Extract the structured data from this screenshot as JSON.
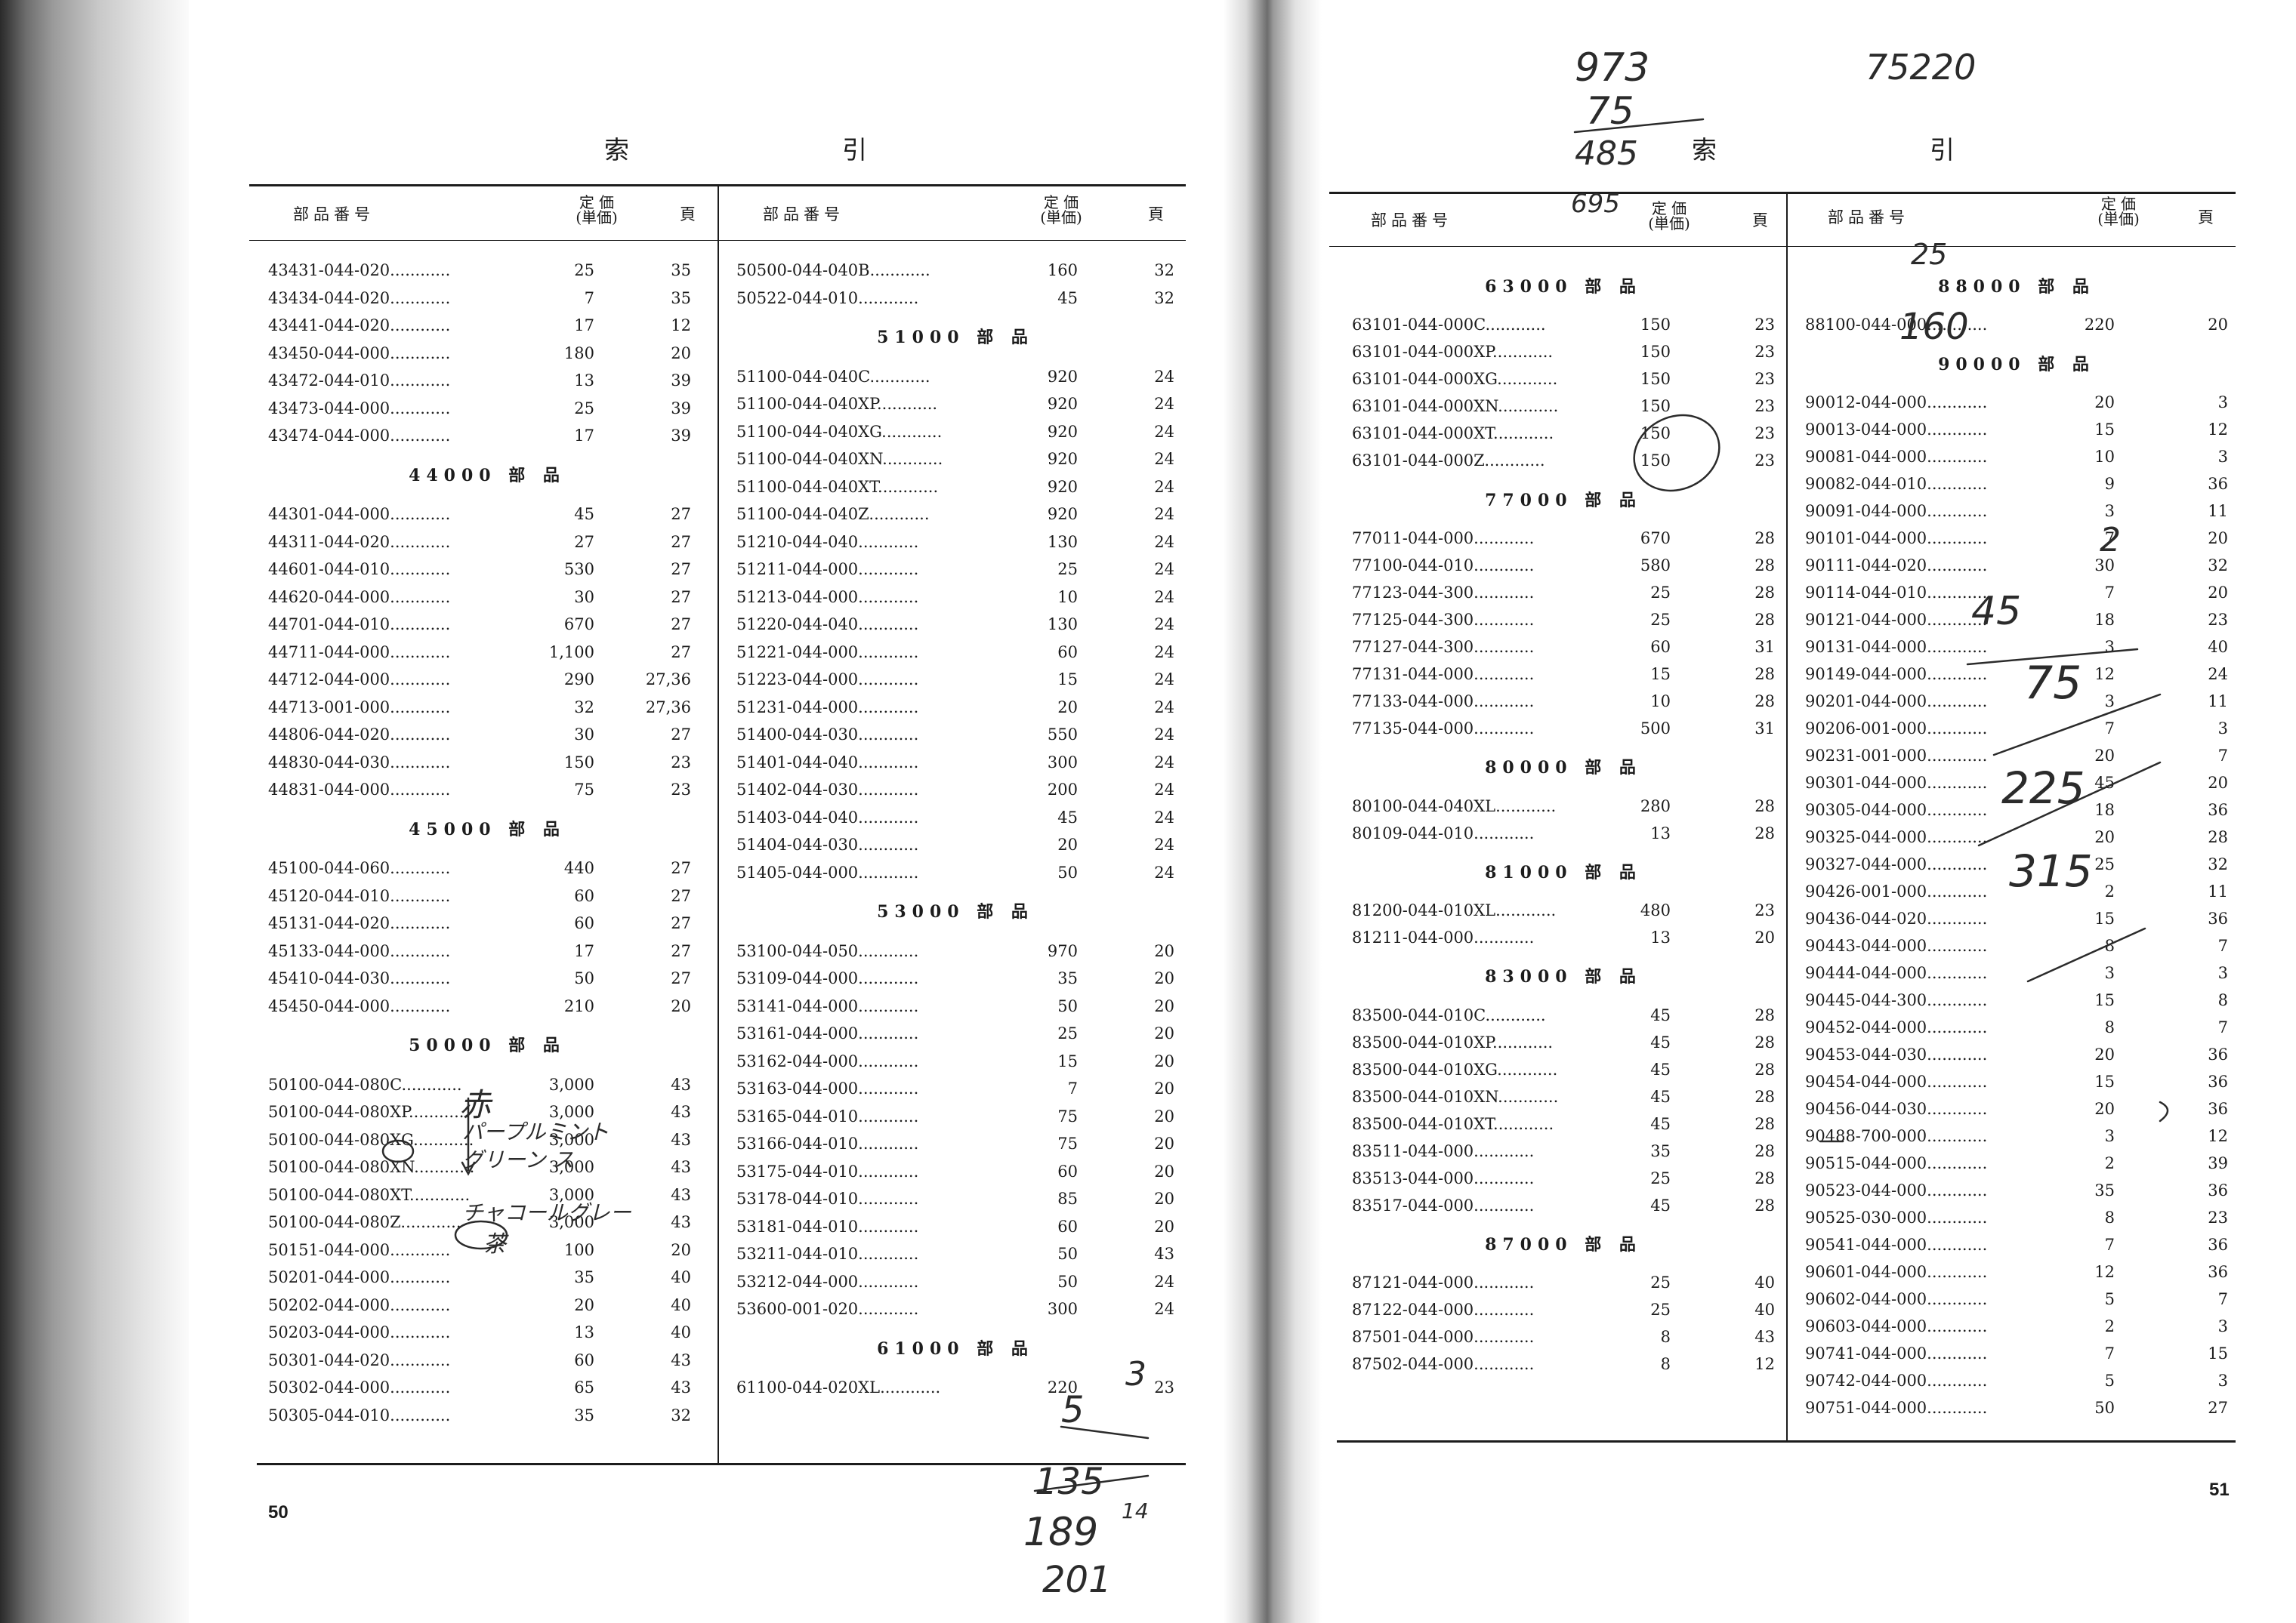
{
  "left_page": {
    "title": "索　　　　　　　　引",
    "header": {
      "part_label": "部品番号",
      "price_label_top": "定 価",
      "price_label_bottom": "(単価)",
      "page_label": "頁"
    },
    "page_number": "50",
    "col1": [
      {
        "t": "r",
        "part": "43431-044-020",
        "price": "25",
        "page": "35"
      },
      {
        "t": "r",
        "part": "43434-044-020",
        "price": "7",
        "page": "35"
      },
      {
        "t": "r",
        "part": "43441-044-020",
        "price": "17",
        "page": "12"
      },
      {
        "t": "r",
        "part": "43450-044-000",
        "price": "180",
        "page": "20"
      },
      {
        "t": "r",
        "part": "43472-044-010",
        "price": "13",
        "page": "39"
      },
      {
        "t": "r",
        "part": "43473-044-000",
        "price": "25",
        "page": "39"
      },
      {
        "t": "r",
        "part": "43474-044-000",
        "price": "17",
        "page": "39"
      },
      {
        "t": "s",
        "label": "44000 部 品"
      },
      {
        "t": "r",
        "part": "44301-044-000",
        "price": "45",
        "page": "27"
      },
      {
        "t": "r",
        "part": "44311-044-020",
        "price": "27",
        "page": "27"
      },
      {
        "t": "r",
        "part": "44601-044-010",
        "price": "530",
        "page": "27"
      },
      {
        "t": "r",
        "part": "44620-044-000",
        "price": "30",
        "page": "27"
      },
      {
        "t": "r",
        "part": "44701-044-010",
        "price": "670",
        "page": "27"
      },
      {
        "t": "r",
        "part": "44711-044-000",
        "price": "1,100",
        "page": "27"
      },
      {
        "t": "r",
        "part": "44712-044-000",
        "price": "290",
        "page": "27,36"
      },
      {
        "t": "r",
        "part": "44713-001-000",
        "price": "32",
        "page": "27,36"
      },
      {
        "t": "r",
        "part": "44806-044-020",
        "price": "30",
        "page": "27"
      },
      {
        "t": "r",
        "part": "44830-044-030",
        "price": "150",
        "page": "23"
      },
      {
        "t": "r",
        "part": "44831-044-000",
        "price": "75",
        "page": "23"
      },
      {
        "t": "s",
        "label": "45000 部 品"
      },
      {
        "t": "r",
        "part": "45100-044-060",
        "price": "440",
        "page": "27"
      },
      {
        "t": "r",
        "part": "45120-044-010",
        "price": "60",
        "page": "27"
      },
      {
        "t": "r",
        "part": "45131-044-020",
        "price": "60",
        "page": "27"
      },
      {
        "t": "r",
        "part": "45133-044-000",
        "price": "17",
        "page": "27"
      },
      {
        "t": "r",
        "part": "45410-044-030",
        "price": "50",
        "page": "27"
      },
      {
        "t": "r",
        "part": "45450-044-000",
        "price": "210",
        "page": "20"
      },
      {
        "t": "s",
        "label": "50000 部 品"
      },
      {
        "t": "r",
        "part": "50100-044-080C",
        "price": "3,000",
        "page": "43"
      },
      {
        "t": "r",
        "part": "50100-044-080XP",
        "price": "3,000",
        "page": "43"
      },
      {
        "t": "r",
        "part": "50100-044-080XG",
        "price": "3,000",
        "page": "43"
      },
      {
        "t": "r",
        "part": "50100-044-080XN",
        "price": "3,000",
        "page": "43"
      },
      {
        "t": "r",
        "part": "50100-044-080XT",
        "price": "3,000",
        "page": "43"
      },
      {
        "t": "r",
        "part": "50100-044-080Z",
        "price": "3,000",
        "page": "43"
      },
      {
        "t": "r",
        "part": "50151-044-000",
        "price": "100",
        "page": "20"
      },
      {
        "t": "r",
        "part": "50201-044-000",
        "price": "35",
        "page": "40"
      },
      {
        "t": "r",
        "part": "50202-044-000",
        "price": "20",
        "page": "40"
      },
      {
        "t": "r",
        "part": "50203-044-000",
        "price": "13",
        "page": "40"
      },
      {
        "t": "r",
        "part": "50301-044-020",
        "price": "60",
        "page": "43"
      },
      {
        "t": "r",
        "part": "50302-044-000",
        "price": "65",
        "page": "43"
      },
      {
        "t": "r",
        "part": "50305-044-010",
        "price": "35",
        "page": "32"
      }
    ],
    "col2": [
      {
        "t": "r",
        "part": "50500-044-040B",
        "price": "160",
        "page": "32"
      },
      {
        "t": "r",
        "part": "50522-044-010",
        "price": "45",
        "page": "32"
      },
      {
        "t": "s",
        "label": "51000 部 品"
      },
      {
        "t": "r",
        "part": "51100-044-040C",
        "price": "920",
        "page": "24"
      },
      {
        "t": "r",
        "part": "51100-044-040XP",
        "price": "920",
        "page": "24"
      },
      {
        "t": "r",
        "part": "51100-044-040XG",
        "price": "920",
        "page": "24"
      },
      {
        "t": "r",
        "part": "51100-044-040XN",
        "price": "920",
        "page": "24"
      },
      {
        "t": "r",
        "part": "51100-044-040XT",
        "price": "920",
        "page": "24"
      },
      {
        "t": "r",
        "part": "51100-044-040Z",
        "price": "920",
        "page": "24"
      },
      {
        "t": "r",
        "part": "51210-044-040",
        "price": "130",
        "page": "24"
      },
      {
        "t": "r",
        "part": "51211-044-000",
        "price": "25",
        "page": "24"
      },
      {
        "t": "r",
        "part": "51213-044-000",
        "price": "10",
        "page": "24"
      },
      {
        "t": "r",
        "part": "51220-044-040",
        "price": "130",
        "page": "24"
      },
      {
        "t": "r",
        "part": "51221-044-000",
        "price": "60",
        "page": "24"
      },
      {
        "t": "r",
        "part": "51223-044-000",
        "price": "15",
        "page": "24"
      },
      {
        "t": "r",
        "part": "51231-044-000",
        "price": "20",
        "page": "24"
      },
      {
        "t": "r",
        "part": "51400-044-030",
        "price": "550",
        "page": "24"
      },
      {
        "t": "r",
        "part": "51401-044-040",
        "price": "300",
        "page": "24"
      },
      {
        "t": "r",
        "part": "51402-044-030",
        "price": "200",
        "page": "24"
      },
      {
        "t": "r",
        "part": "51403-044-040",
        "price": "45",
        "page": "24"
      },
      {
        "t": "r",
        "part": "51404-044-030",
        "price": "20",
        "page": "24"
      },
      {
        "t": "r",
        "part": "51405-044-000",
        "price": "50",
        "page": "24"
      },
      {
        "t": "s",
        "label": "53000 部 品"
      },
      {
        "t": "r",
        "part": "53100-044-050",
        "price": "970",
        "page": "20"
      },
      {
        "t": "r",
        "part": "53109-044-000",
        "price": "35",
        "page": "20"
      },
      {
        "t": "r",
        "part": "53141-044-000",
        "price": "50",
        "page": "20"
      },
      {
        "t": "r",
        "part": "53161-044-000",
        "price": "25",
        "page": "20"
      },
      {
        "t": "r",
        "part": "53162-044-000",
        "price": "15",
        "page": "20"
      },
      {
        "t": "r",
        "part": "53163-044-000",
        "price": "7",
        "page": "20"
      },
      {
        "t": "r",
        "part": "53165-044-010",
        "price": "75",
        "page": "20"
      },
      {
        "t": "r",
        "part": "53166-044-010",
        "price": "75",
        "page": "20"
      },
      {
        "t": "r",
        "part": "53175-044-010",
        "price": "60",
        "page": "20"
      },
      {
        "t": "r",
        "part": "53178-044-010",
        "price": "85",
        "page": "20"
      },
      {
        "t": "r",
        "part": "53181-044-010",
        "price": "60",
        "page": "20"
      },
      {
        "t": "r",
        "part": "53211-044-010",
        "price": "50",
        "page": "43"
      },
      {
        "t": "r",
        "part": "53212-044-000",
        "price": "50",
        "page": "24"
      },
      {
        "t": "r",
        "part": "53600-001-020",
        "price": "300",
        "page": "24"
      },
      {
        "t": "s",
        "label": "61000 部 品"
      },
      {
        "t": "r",
        "part": "61100-044-020XL",
        "price": "220",
        "page": "23"
      }
    ],
    "handwriting": {
      "note_red": "赤",
      "note_purple": "パープルミント",
      "note_green": "グリーン ス",
      "note_charcoal": "チャコールグレー",
      "note_tea": "茶",
      "note_right_a": "3",
      "note_right_b": "5",
      "sum_1": "135",
      "sum_2": "189",
      "sum_3": "201",
      "sum_4": "14"
    }
  },
  "right_page": {
    "title": "索　　　　　　　　引",
    "header": {
      "part_label": "部品番号",
      "price_label_top": "定 価",
      "price_label_bottom": "(単価)",
      "page_label": "頁"
    },
    "page_number": "51",
    "col1": [
      {
        "t": "s",
        "label": "63000 部 品"
      },
      {
        "t": "r",
        "part": "63101-044-000C",
        "price": "150",
        "page": "23"
      },
      {
        "t": "r",
        "part": "63101-044-000XP",
        "price": "150",
        "page": "23"
      },
      {
        "t": "r",
        "part": "63101-044-000XG",
        "price": "150",
        "page": "23"
      },
      {
        "t": "r",
        "part": "63101-044-000XN",
        "price": "150",
        "page": "23"
      },
      {
        "t": "r",
        "part": "63101-044-000XT",
        "price": "150",
        "page": "23"
      },
      {
        "t": "r",
        "part": "63101-044-000Z",
        "price": "150",
        "page": "23"
      },
      {
        "t": "s",
        "label": "77000 部 品"
      },
      {
        "t": "r",
        "part": "77011-044-000",
        "price": "670",
        "page": "28"
      },
      {
        "t": "r",
        "part": "77100-044-010",
        "price": "580",
        "page": "28"
      },
      {
        "t": "r",
        "part": "77123-044-300",
        "price": "25",
        "page": "28"
      },
      {
        "t": "r",
        "part": "77125-044-300",
        "price": "25",
        "page": "28"
      },
      {
        "t": "r",
        "part": "77127-044-300",
        "price": "60",
        "page": "31"
      },
      {
        "t": "r",
        "part": "77131-044-000",
        "price": "15",
        "page": "28"
      },
      {
        "t": "r",
        "part": "77133-044-000",
        "price": "10",
        "page": "28"
      },
      {
        "t": "r",
        "part": "77135-044-000",
        "price": "500",
        "page": "31"
      },
      {
        "t": "s",
        "label": "80000 部 品"
      },
      {
        "t": "r",
        "part": "80100-044-040XL",
        "price": "280",
        "page": "28"
      },
      {
        "t": "r",
        "part": "80109-044-010",
        "price": "13",
        "page": "28"
      },
      {
        "t": "s",
        "label": "81000 部 品"
      },
      {
        "t": "r",
        "part": "81200-044-010XL",
        "price": "480",
        "page": "23"
      },
      {
        "t": "r",
        "part": "81211-044-000",
        "price": "13",
        "page": "20"
      },
      {
        "t": "s",
        "label": "83000 部 品"
      },
      {
        "t": "r",
        "part": "83500-044-010C",
        "price": "45",
        "page": "28"
      },
      {
        "t": "r",
        "part": "83500-044-010XP",
        "price": "45",
        "page": "28"
      },
      {
        "t": "r",
        "part": "83500-044-010XG",
        "price": "45",
        "page": "28"
      },
      {
        "t": "r",
        "part": "83500-044-010XN",
        "price": "45",
        "page": "28"
      },
      {
        "t": "r",
        "part": "83500-044-010XT",
        "price": "45",
        "page": "28"
      },
      {
        "t": "r",
        "part": "83511-044-000",
        "price": "35",
        "page": "28"
      },
      {
        "t": "r",
        "part": "83513-044-000",
        "price": "25",
        "page": "28"
      },
      {
        "t": "r",
        "part": "83517-044-000",
        "price": "45",
        "page": "28"
      },
      {
        "t": "s",
        "label": "87000 部 品"
      },
      {
        "t": "r",
        "part": "87121-044-000",
        "price": "25",
        "page": "40"
      },
      {
        "t": "r",
        "part": "87122-044-000",
        "price": "25",
        "page": "40"
      },
      {
        "t": "r",
        "part": "87501-044-000",
        "price": "8",
        "page": "43"
      },
      {
        "t": "r",
        "part": "87502-044-000",
        "price": "8",
        "page": "12"
      }
    ],
    "col2": [
      {
        "t": "s",
        "label": "88000 部 品"
      },
      {
        "t": "r",
        "part": "88100-044-000",
        "price": "220",
        "page": "20"
      },
      {
        "t": "s",
        "label": "90000 部 品"
      },
      {
        "t": "r",
        "part": "90012-044-000",
        "price": "20",
        "page": "3"
      },
      {
        "t": "r",
        "part": "90013-044-000",
        "price": "15",
        "page": "12"
      },
      {
        "t": "r",
        "part": "90081-044-000",
        "price": "10",
        "page": "3"
      },
      {
        "t": "r",
        "part": "90082-044-010",
        "price": "9",
        "page": "36"
      },
      {
        "t": "r",
        "part": "90091-044-000",
        "price": "3",
        "page": "11"
      },
      {
        "t": "r",
        "part": "90101-044-000",
        "price": "7",
        "page": "20"
      },
      {
        "t": "r",
        "part": "90111-044-020",
        "price": "30",
        "page": "32"
      },
      {
        "t": "r",
        "part": "90114-044-010",
        "price": "7",
        "page": "20"
      },
      {
        "t": "r",
        "part": "90121-044-000",
        "price": "18",
        "page": "23"
      },
      {
        "t": "r",
        "part": "90131-044-000",
        "price": "3",
        "page": "40"
      },
      {
        "t": "r",
        "part": "90149-044-000",
        "price": "12",
        "page": "24"
      },
      {
        "t": "r",
        "part": "90201-044-000",
        "price": "3",
        "page": "11"
      },
      {
        "t": "r",
        "part": "90206-001-000",
        "price": "7",
        "page": "3"
      },
      {
        "t": "r",
        "part": "90231-001-000",
        "price": "20",
        "page": "7"
      },
      {
        "t": "r",
        "part": "90301-044-000",
        "price": "45",
        "page": "20"
      },
      {
        "t": "r",
        "part": "90305-044-000",
        "price": "18",
        "page": "36"
      },
      {
        "t": "r",
        "part": "90325-044-000",
        "price": "20",
        "page": "28"
      },
      {
        "t": "r",
        "part": "90327-044-000",
        "price": "25",
        "page": "32"
      },
      {
        "t": "r",
        "part": "90426-001-000",
        "price": "2",
        "page": "11"
      },
      {
        "t": "r",
        "part": "90436-044-020",
        "price": "15",
        "page": "36"
      },
      {
        "t": "r",
        "part": "90443-044-000",
        "price": "8",
        "page": "7"
      },
      {
        "t": "r",
        "part": "90444-044-000",
        "price": "3",
        "page": "3"
      },
      {
        "t": "r",
        "part": "90445-044-300",
        "price": "15",
        "page": "8"
      },
      {
        "t": "r",
        "part": "90452-044-000",
        "price": "8",
        "page": "7"
      },
      {
        "t": "r",
        "part": "90453-044-030",
        "price": "20",
        "page": "36"
      },
      {
        "t": "r",
        "part": "90454-044-000",
        "price": "15",
        "page": "36"
      },
      {
        "t": "r",
        "part": "90456-044-030",
        "price": "20",
        "page": "36"
      },
      {
        "t": "r",
        "part": "90488-700-000",
        "price": "3",
        "page": "12"
      },
      {
        "t": "r",
        "part": "90515-044-000",
        "price": "2",
        "page": "39"
      },
      {
        "t": "r",
        "part": "90523-044-000",
        "price": "35",
        "page": "36"
      },
      {
        "t": "r",
        "part": "90525-030-000",
        "price": "8",
        "page": "23"
      },
      {
        "t": "r",
        "part": "90541-044-000",
        "price": "7",
        "page": "36"
      },
      {
        "t": "r",
        "part": "90601-044-000",
        "price": "12",
        "page": "36"
      },
      {
        "t": "r",
        "part": "90602-044-000",
        "price": "5",
        "page": "7"
      },
      {
        "t": "r",
        "part": "90603-044-000",
        "price": "2",
        "page": "3"
      },
      {
        "t": "r",
        "part": "90741-044-000",
        "price": "7",
        "page": "15"
      },
      {
        "t": "r",
        "part": "90742-044-000",
        "price": "5",
        "page": "3"
      },
      {
        "t": "r",
        "part": "90751-044-000",
        "price": "50",
        "page": "27"
      }
    ],
    "handwriting": {
      "top_a": "973",
      "top_b": "75",
      "top_c": "485",
      "top_d": "695",
      "top_e": "75220",
      "col2_a": "25",
      "col2_b": "160",
      "col2_c": "45",
      "col2_d": "75",
      "col2_e": "225",
      "col2_f": "315",
      "col2_g": "2"
    }
  }
}
